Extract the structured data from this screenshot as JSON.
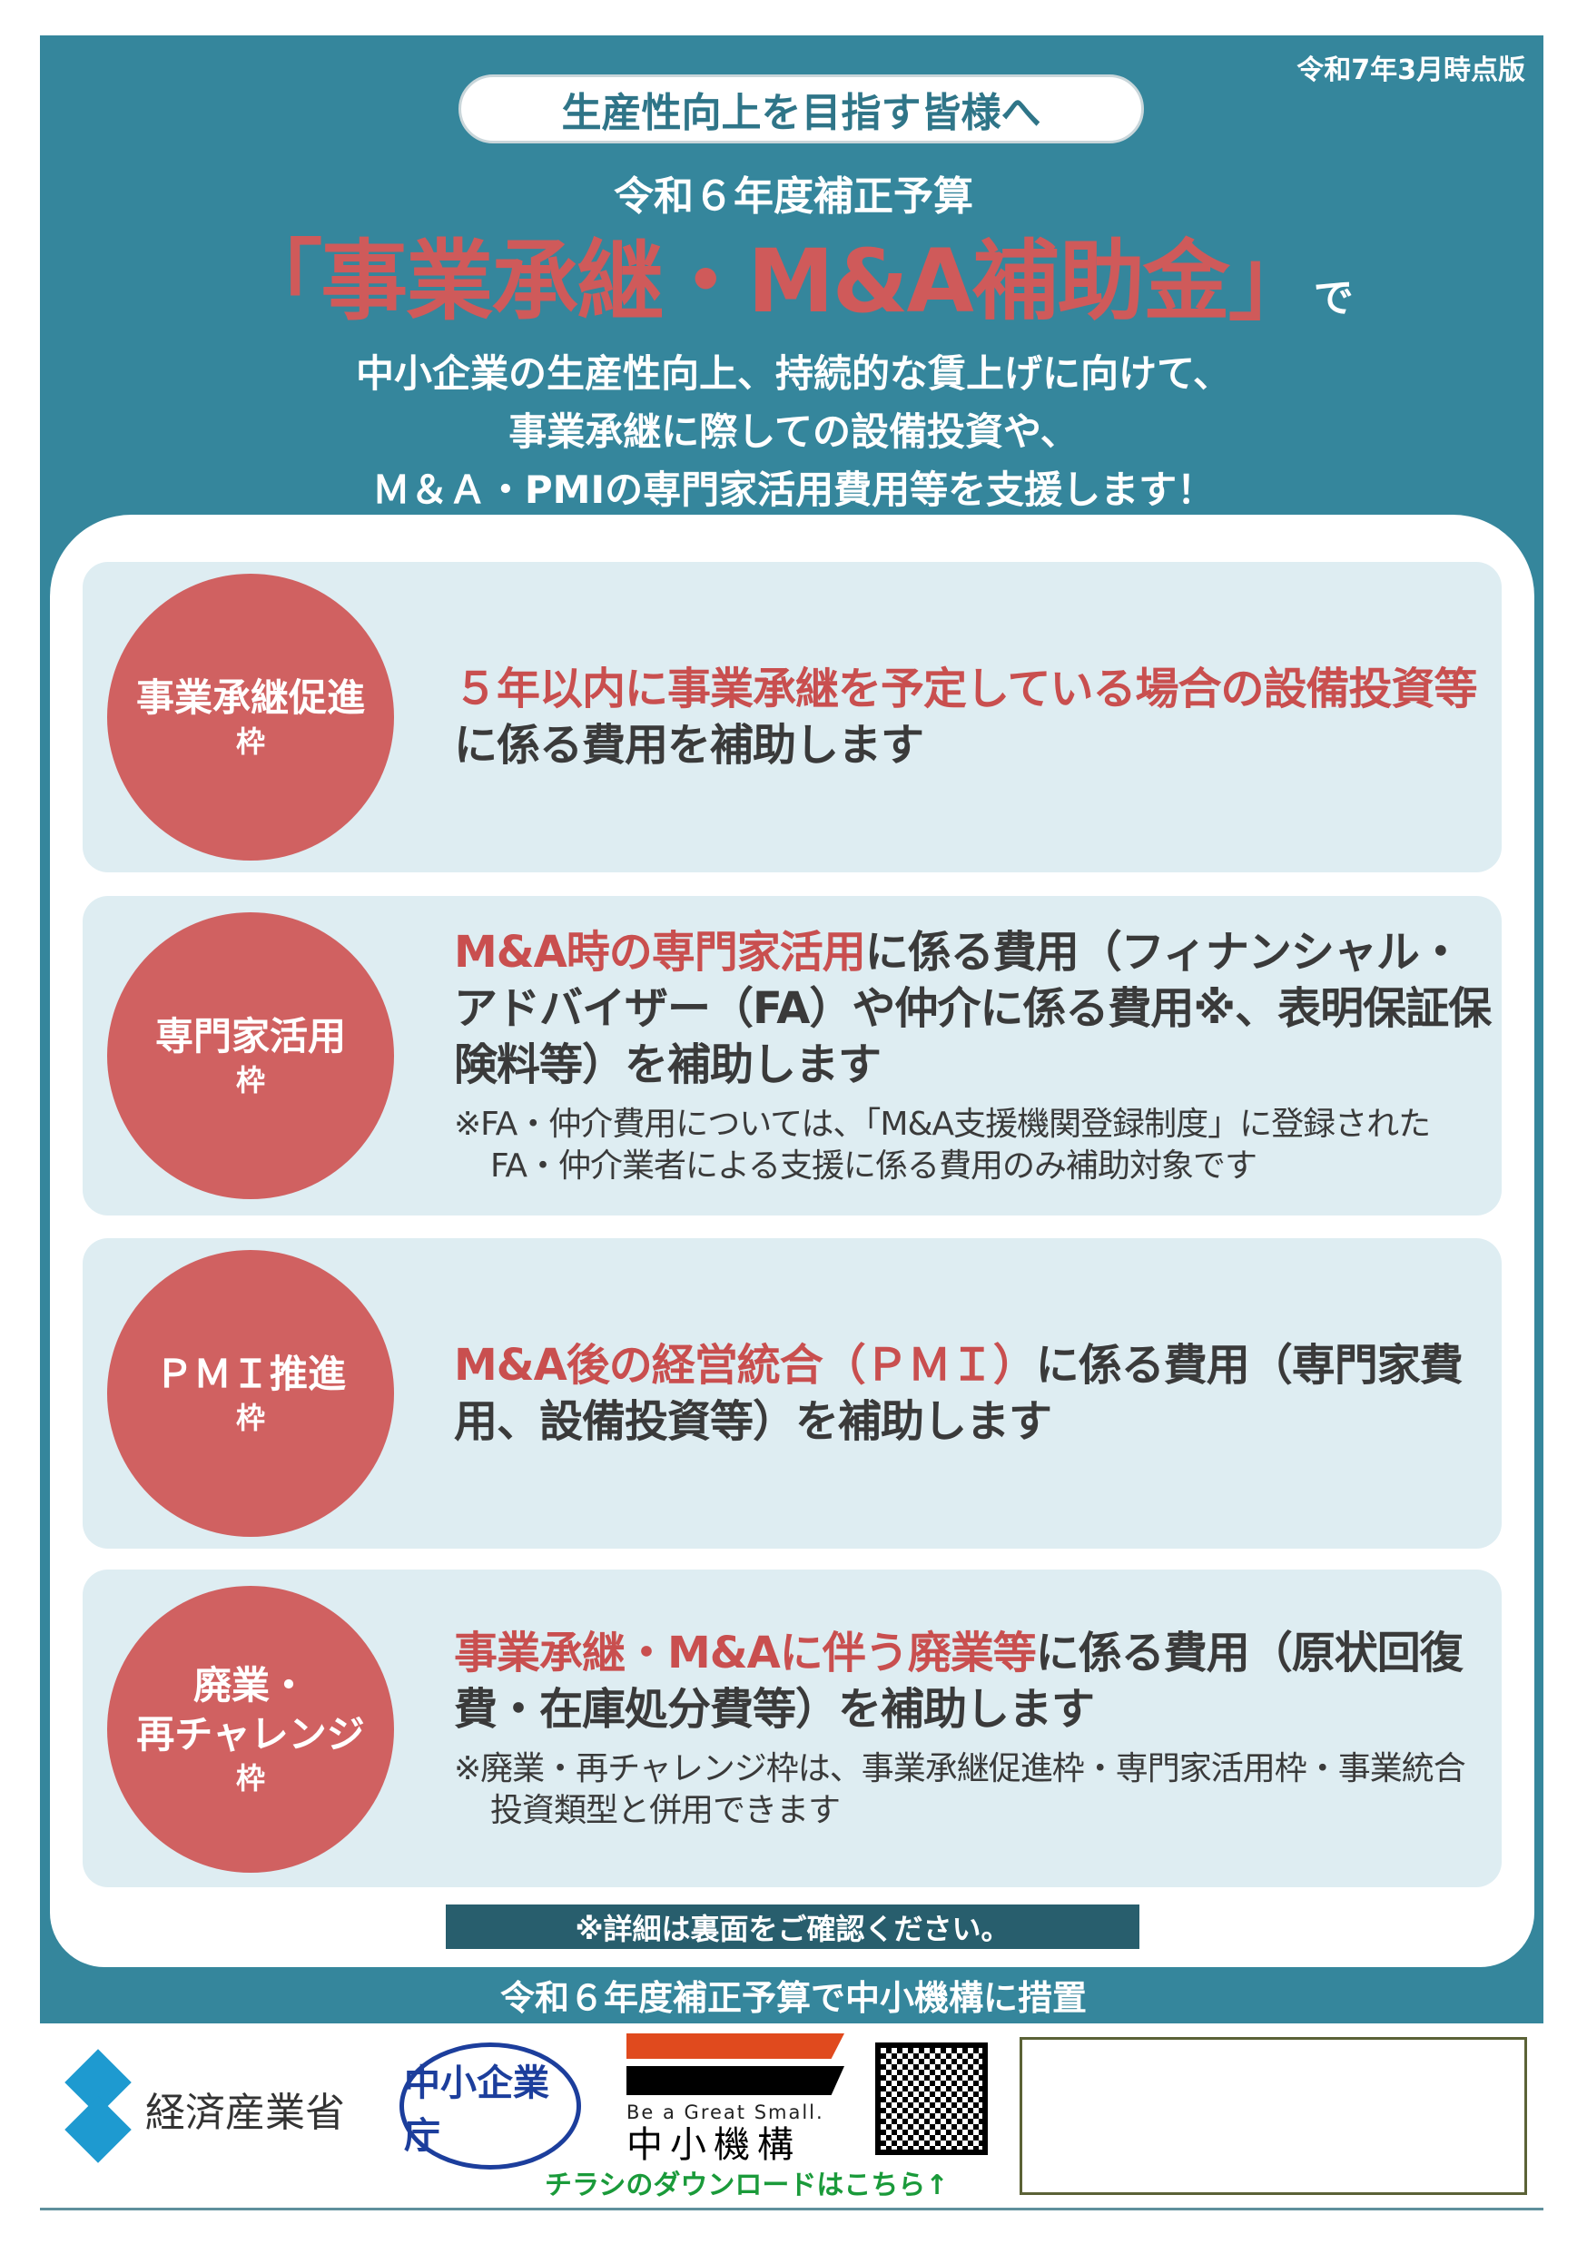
{
  "header": {
    "edition": "令和7年3月時点版",
    "pill": "生産性向上を目指す皆様へ",
    "budget": "令和６年度補正予算",
    "title": "「事業承継・M&A補助金」",
    "title_suffix": "で",
    "lead": [
      "中小企業の生産性向上、持続的な賃上げに向けて、",
      "事業承継に際しての設備投資や、",
      "Ｍ＆Ａ・PMIの専門家活用費用等を支援します！"
    ]
  },
  "cards": [
    {
      "name": [
        "事業承継促進"
      ],
      "waku": "枠",
      "red": "５年以内に事業承継を予定している場合の設備投資等",
      "dark": "に係る費用を補助します",
      "note": ""
    },
    {
      "name": [
        "専門家活用"
      ],
      "waku": "枠",
      "red": "M&A時の専門家活用",
      "dark": "に係る費用（フィナンシャル・アドバイザー（FA）や仲介に係る費用※、表明保証保険料等）を補助します",
      "note": "※FA・仲介費用については、「M&A支援機関登録制度」に登録されたFA・仲介業者による支援に係る費用のみ補助対象です"
    },
    {
      "name": [
        "ＰＭＩ推進"
      ],
      "waku": "枠",
      "red": "M&A後の経営統合（ＰＭＩ）",
      "dark": "に係る費用（専門家費用、設備投資等）を補助します",
      "note": ""
    },
    {
      "name": [
        "廃業・",
        "再チャレンジ"
      ],
      "waku": "枠",
      "red": "事業承継・M&Aに伴う廃業等",
      "dark": "に係る費用（原状回復費・在庫処分費等）を補助します",
      "note": "※廃業・再チャレンジ枠は、事業承継促進枠・専門家活用枠・事業統合投資類型と併用できます"
    }
  ],
  "notice": "※詳細は裏面をご確認ください。",
  "footer": "令和６年度補正予算で中小機構に措置",
  "logos": {
    "meti": "経済産業省",
    "sme_agency": "中小企業庁",
    "smrj_slogan": "Be a Great Small.",
    "smrj": "中小機構",
    "download": "チラシのダウンロードはこちら↑"
  },
  "colors": {
    "teal": "#35869c",
    "red": "#cf5a5a",
    "card": "#deedf2"
  }
}
